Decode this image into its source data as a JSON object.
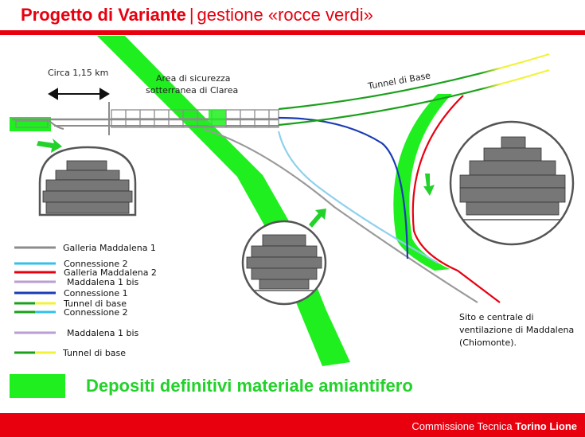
{
  "header": {
    "title_bold": "Progetto di Variante",
    "separator": "|",
    "title_rest": "gestione «rocce verdi»"
  },
  "diagram": {
    "distance_label": "Circa 1,15  km",
    "safety_area_line1": "Area di sicurezza",
    "safety_area_line2": "sotterranea di Clarea",
    "tunnel_label": "Tunnel di Base",
    "site_line1": "Sito e centrale di",
    "site_line2": "ventilazione di Maddalena",
    "site_line3": "(Chiomonte)."
  },
  "legend": {
    "items": [
      {
        "label": "Galleria Maddalena 1",
        "colors": [
          "#8c8c8c"
        ]
      },
      {
        "label": "Connessione 2",
        "colors": [
          "#33c0ec"
        ]
      },
      {
        "label": "Galleria Maddalena 2",
        "colors": [
          "#e8000f"
        ]
      },
      {
        "label": "Maddalena 1 bis",
        "colors": [
          "#b99fd2"
        ]
      },
      {
        "label": "Connessione 1",
        "colors": [
          "#1a3cb4"
        ]
      },
      {
        "label": "Tunnel di base",
        "colors": [
          "#1aa01a",
          "#f2f23a"
        ]
      },
      {
        "label": "Connessione 2",
        "colors": [
          "#33c0ec"
        ]
      },
      {
        "label": "Maddalena 1 bis",
        "colors": [
          "#b99fd2"
        ]
      },
      {
        "label": "Tunnel di base",
        "colors": [
          "#1aa01a",
          "#f2f23a"
        ]
      }
    ]
  },
  "deposit": {
    "label": "Depositi definitivi materiale amiantifero",
    "color": "#1fef1f"
  },
  "footer": {
    "text_normal": "Commissione Tecnica",
    "text_bold": "Torino Lione"
  },
  "colors": {
    "accent_red": "#e8000f",
    "deposit_green": "#1fef1f",
    "deposit_text_green": "#22d22a"
  }
}
